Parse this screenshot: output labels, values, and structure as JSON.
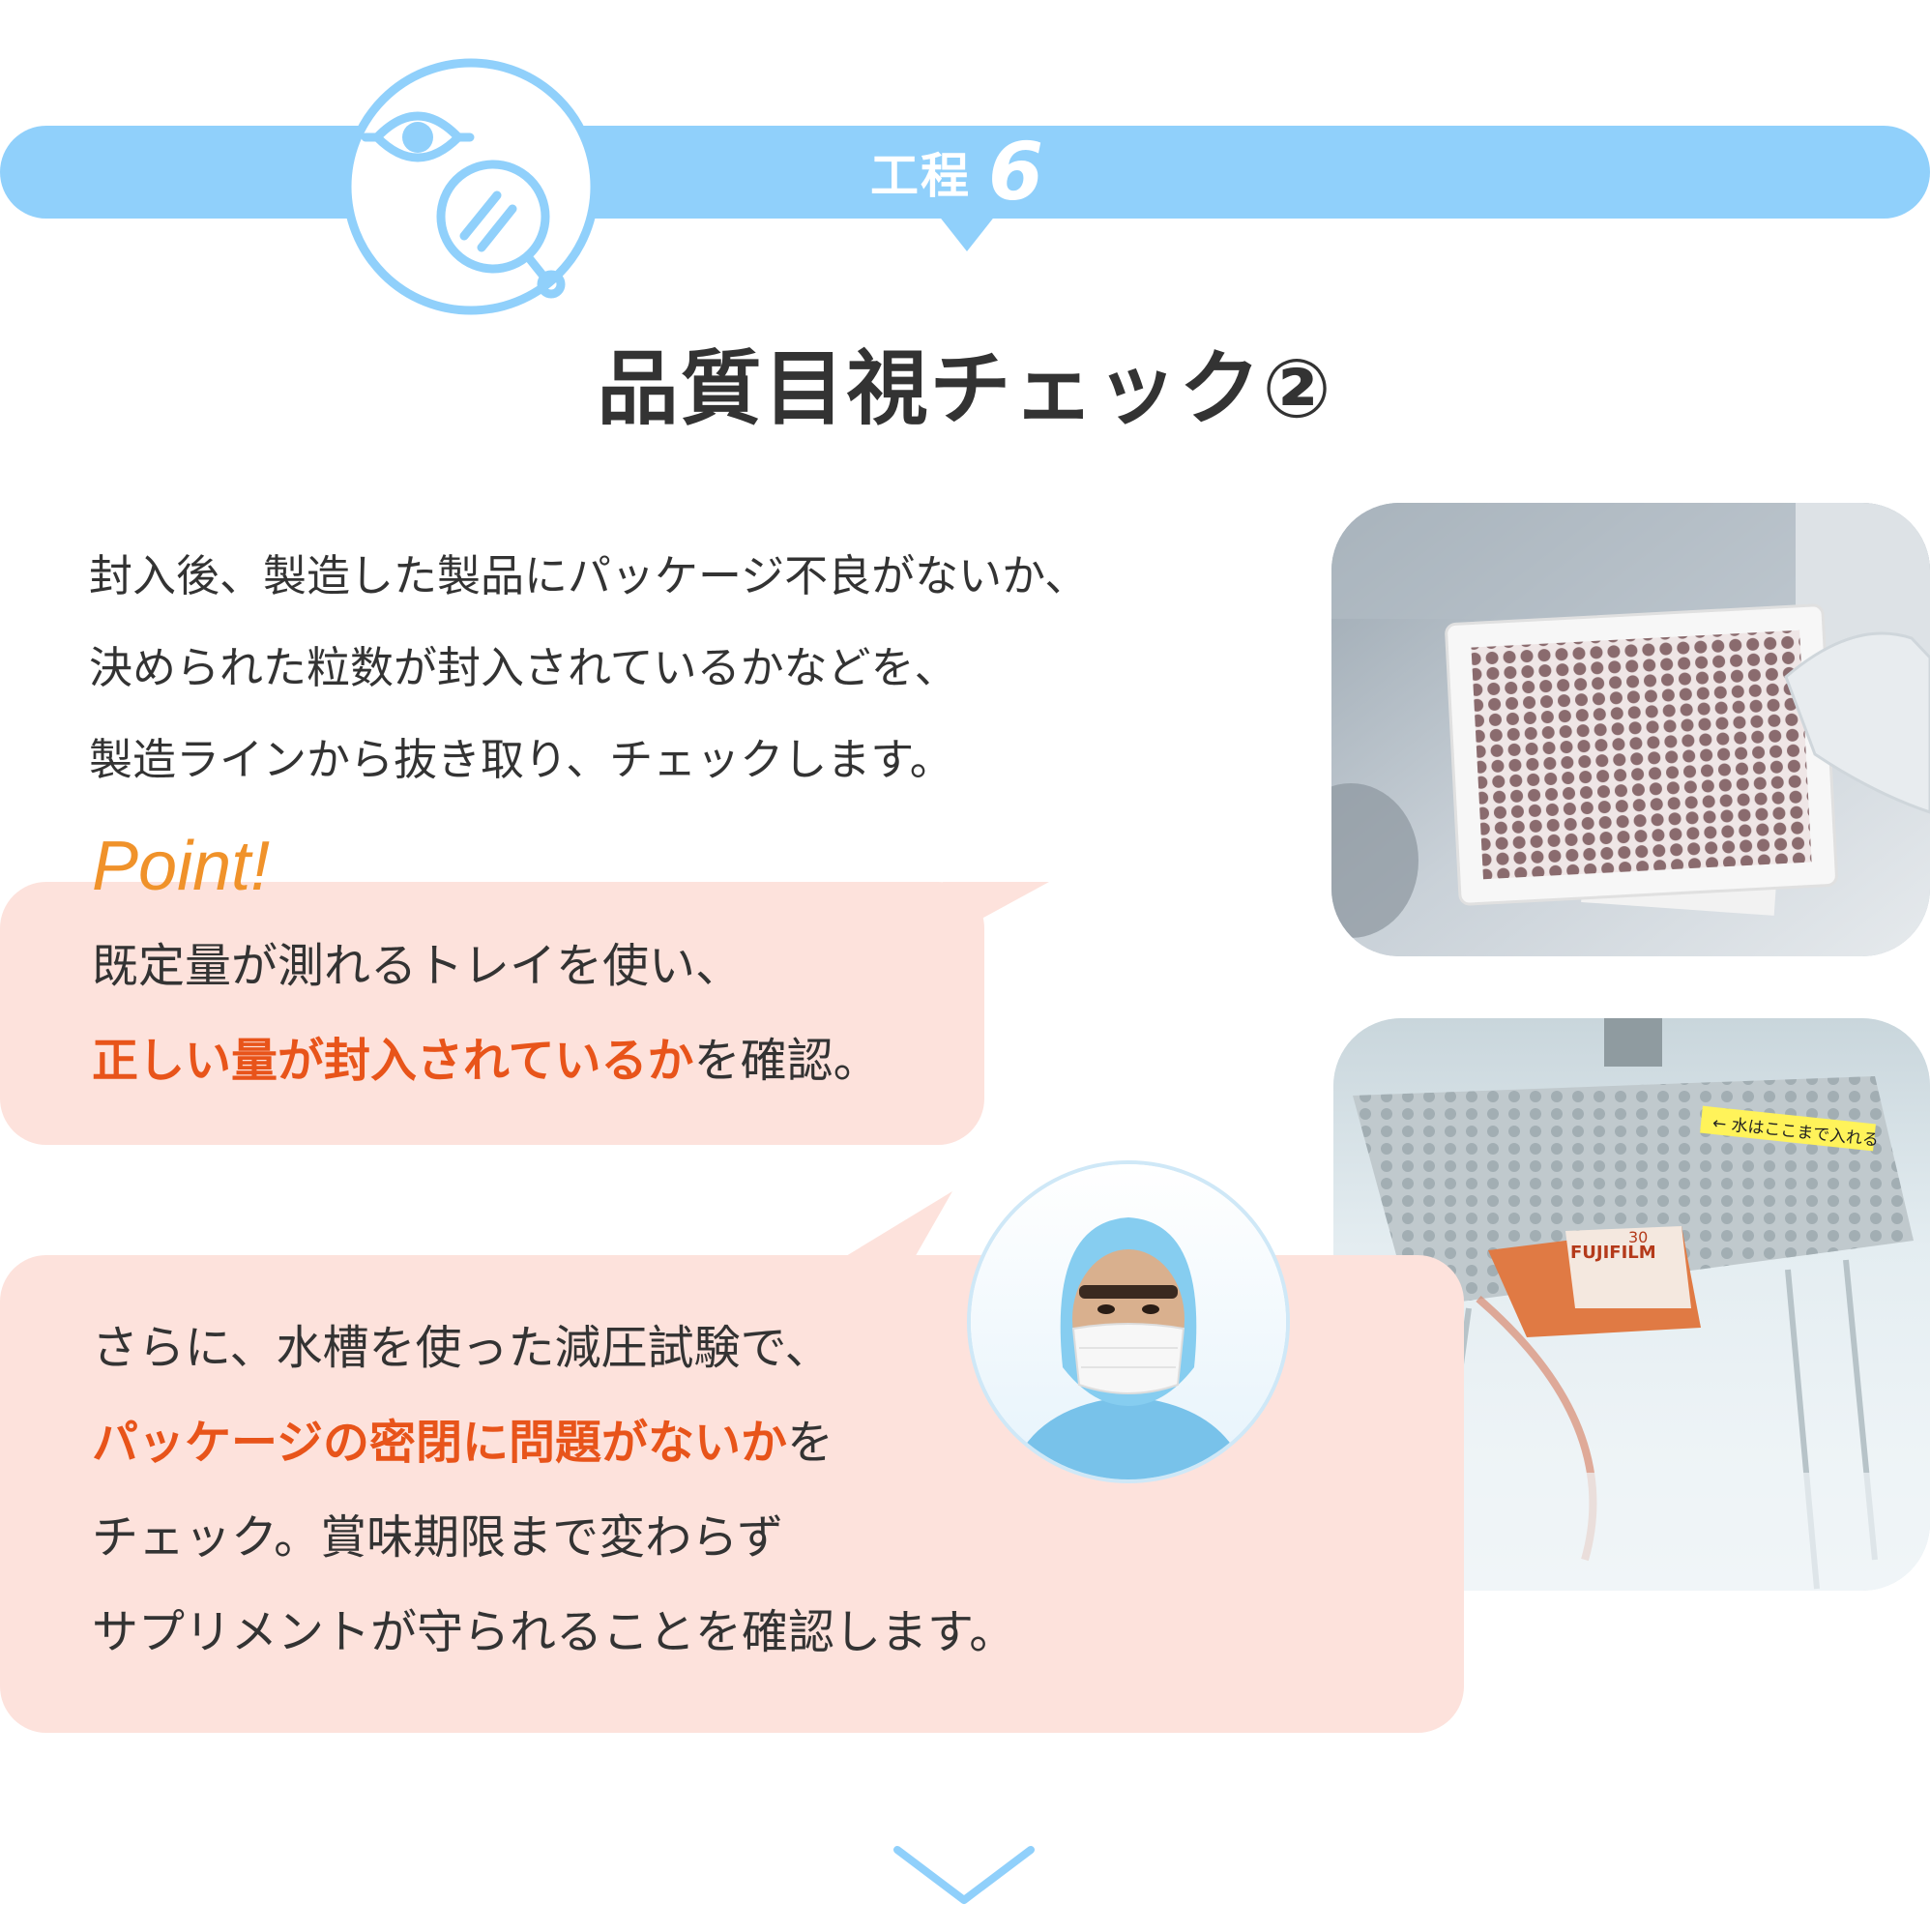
{
  "header": {
    "step_word": "工程",
    "step_number": "6",
    "title": "品質目視チェック②"
  },
  "intro": {
    "lines": [
      "封入後、製造した製品にパッケージ不良がないか、",
      "決められた粒数が封入されているかなどを、",
      "製造ラインから抜き取り、チェックします。"
    ]
  },
  "point": {
    "label": "Point!",
    "line1": "既定量が測れるトレイを使い、",
    "line2_highlight": "正しい量が封入されているか",
    "line2_rest": "を確認。"
  },
  "detail": {
    "line1": "さらに、水槽を使った減圧試験で、",
    "line2_highlight": "パッケージの密閉に問題がないか",
    "line2_rest": "を",
    "line3": "チェック。賞味期限まで変わらず",
    "line4": "サプリメントが守られることを確認します。"
  },
  "photo_labels": {
    "water_sign": "← 水はここまで入れる",
    "pouch_brand": "FUJIFILM",
    "pouch_count": "30"
  },
  "colors": {
    "banner": "#90d0fb",
    "bubble": "#fde2dc",
    "highlight": "#e8541a",
    "point": "#f0922a",
    "text": "#333333"
  },
  "icons": [
    "eye-icon",
    "magnifier-icon",
    "chevron-down-icon"
  ]
}
